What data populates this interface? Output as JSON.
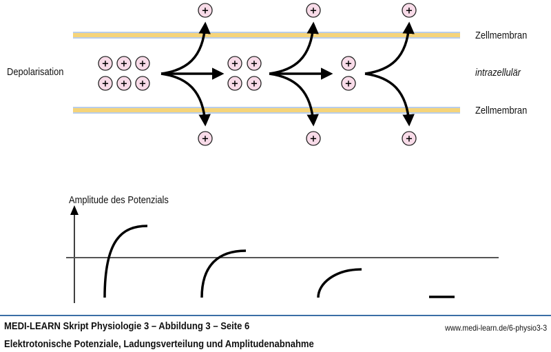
{
  "diagram": {
    "labels": {
      "depolarisation": "Depolarisation",
      "membrane_top": "Zellmembran",
      "intracellular": "intrazellulär",
      "membrane_bottom": "Zellmembran",
      "amplitude_axis": "Amplitude des Potenzials"
    },
    "ion_symbol": "+",
    "colors": {
      "membrane_fill": "#f5d47a",
      "membrane_edge": "#b8cdea",
      "ion_fill": "#f8dbe8",
      "ion_stroke": "#222222",
      "arrow": "#000000",
      "footer_rule": "#3a6ea5"
    },
    "stages": [
      {
        "name": "stage-1",
        "intracellular_ions": 6,
        "leaked_up": 1,
        "leaked_down": 1,
        "forward_arrow": true
      },
      {
        "name": "stage-2",
        "intracellular_ions": 4,
        "leaked_up": 1,
        "leaked_down": 1,
        "forward_arrow": true
      },
      {
        "name": "stage-3",
        "intracellular_ions": 2,
        "leaked_up": 1,
        "leaked_down": 1,
        "forward_arrow": false
      }
    ],
    "amplitude_curves": [
      {
        "name": "curve-1",
        "relative_amplitude": 1.0
      },
      {
        "name": "curve-2",
        "relative_amplitude": 0.7
      },
      {
        "name": "curve-3",
        "relative_amplitude": 0.45
      },
      {
        "name": "curve-4",
        "relative_amplitude": 0.1
      }
    ]
  },
  "footer": {
    "title": "MEDI-LEARN Skript Physiologie 3 – Abbildung 3 – Seite 6",
    "caption": "Elektrotonische Potenziale, Ladungsverteilung und Amplitudenabnahme",
    "url": "www.medi-learn.de/6-physio3-3"
  }
}
